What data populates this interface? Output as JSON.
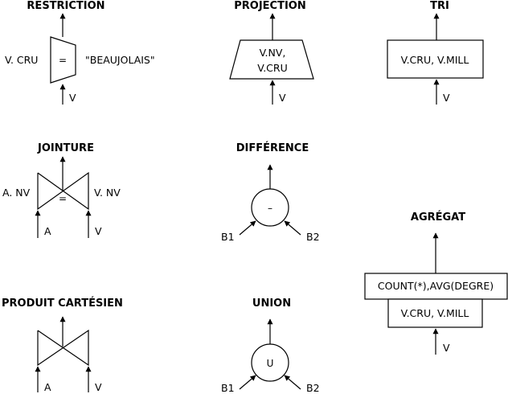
{
  "restriction": {
    "title": "RESTRICTION",
    "left_attr": "V. CRU",
    "operator": "=",
    "right_value": "\"BEAUJOLAIS\"",
    "input": "V"
  },
  "projection": {
    "title": "PROJECTION",
    "attr_line1": "V.NV,",
    "attr_line2": "V.CRU",
    "input": "V"
  },
  "tri": {
    "title": "TRI",
    "attrs": "V.CRU, V.MILL",
    "input": "V"
  },
  "jointure": {
    "title": "JOINTURE",
    "left_attr": "A. NV",
    "right_attr": "V. NV",
    "operator": "=",
    "left_input": "A",
    "right_input": "V"
  },
  "difference": {
    "title": "DIFFÉRENCE",
    "operator": "–",
    "left_input": "B1",
    "right_input": "B2"
  },
  "agregat": {
    "title": "AGRÉGAT",
    "functions": "COUNT(*),AVG(DEGRE)",
    "group_by": "V.CRU, V.MILL",
    "input": "V"
  },
  "produit": {
    "title": "PRODUIT CARTÉSIEN",
    "left_input": "A",
    "right_input": "V"
  },
  "union": {
    "title": "UNION",
    "operator": "U",
    "left_input": "B1",
    "right_input": "B2"
  }
}
